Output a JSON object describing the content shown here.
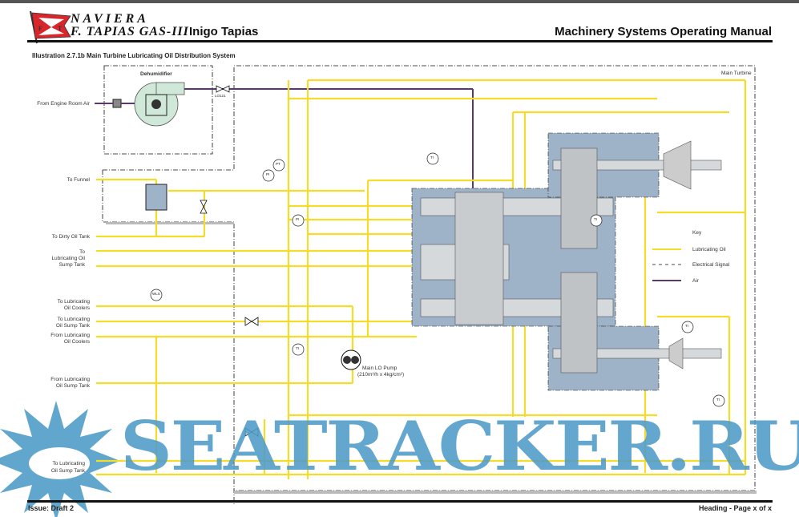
{
  "header": {
    "brand_line1": "NAVIERA",
    "brand_line2": "F. TAPIAS GAS-III",
    "logo_letters": "FT",
    "company": "Inigo Tapias",
    "manual_title": "Machinery Systems Operating Manual"
  },
  "illustration_title": "Illustration 2.7.1b Main Turbine Lubricating Oil Distribution System",
  "diagram": {
    "dehumidifier_label": "Dehumidifier",
    "main_turbine_label": "Main Turbine",
    "valve_tag": "LO121",
    "left_labels": {
      "engine_room_air": "From Engine Room Air",
      "to_funnel": "To Funnel",
      "dirty_oil": "To Dirty Oil Tank",
      "sump1_a": "To",
      "sump1_b": "Lubricating Oil",
      "sump1_c": "Sump Tank",
      "coolers_to_a": "To Lubricating",
      "coolers_to_b": "Oil Coolers",
      "sump2_a": "To Lubricating",
      "sump2_b": "Oil Sump Tank",
      "coolers_from_a": "From Lubricating",
      "coolers_from_b": "Oil Coolers",
      "sump_from_a": "From Lubricating",
      "sump_from_b": "Oil Sump Tank",
      "sump3_a": "To Lubricating",
      "sump3_b": "Oil Sump Tank"
    },
    "pump_label": "Main LO Pump",
    "pump_spec": "(210m³/h x 4kg/cm²)",
    "instrument_types": [
      "PT",
      "PI",
      "TI",
      "WLS"
    ]
  },
  "key": {
    "title": "Key",
    "items": [
      {
        "label": "Lubricating Oil",
        "color": "#f5dc2a"
      },
      {
        "label": "Electrical Signal",
        "color": "#111111"
      },
      {
        "label": "Air",
        "color": "#5a3a6a"
      }
    ]
  },
  "watermark": "SEATRACKER.RU",
  "footer": {
    "issue": "Issue: Draft 2",
    "page": "Heading  -  Page x of x"
  }
}
